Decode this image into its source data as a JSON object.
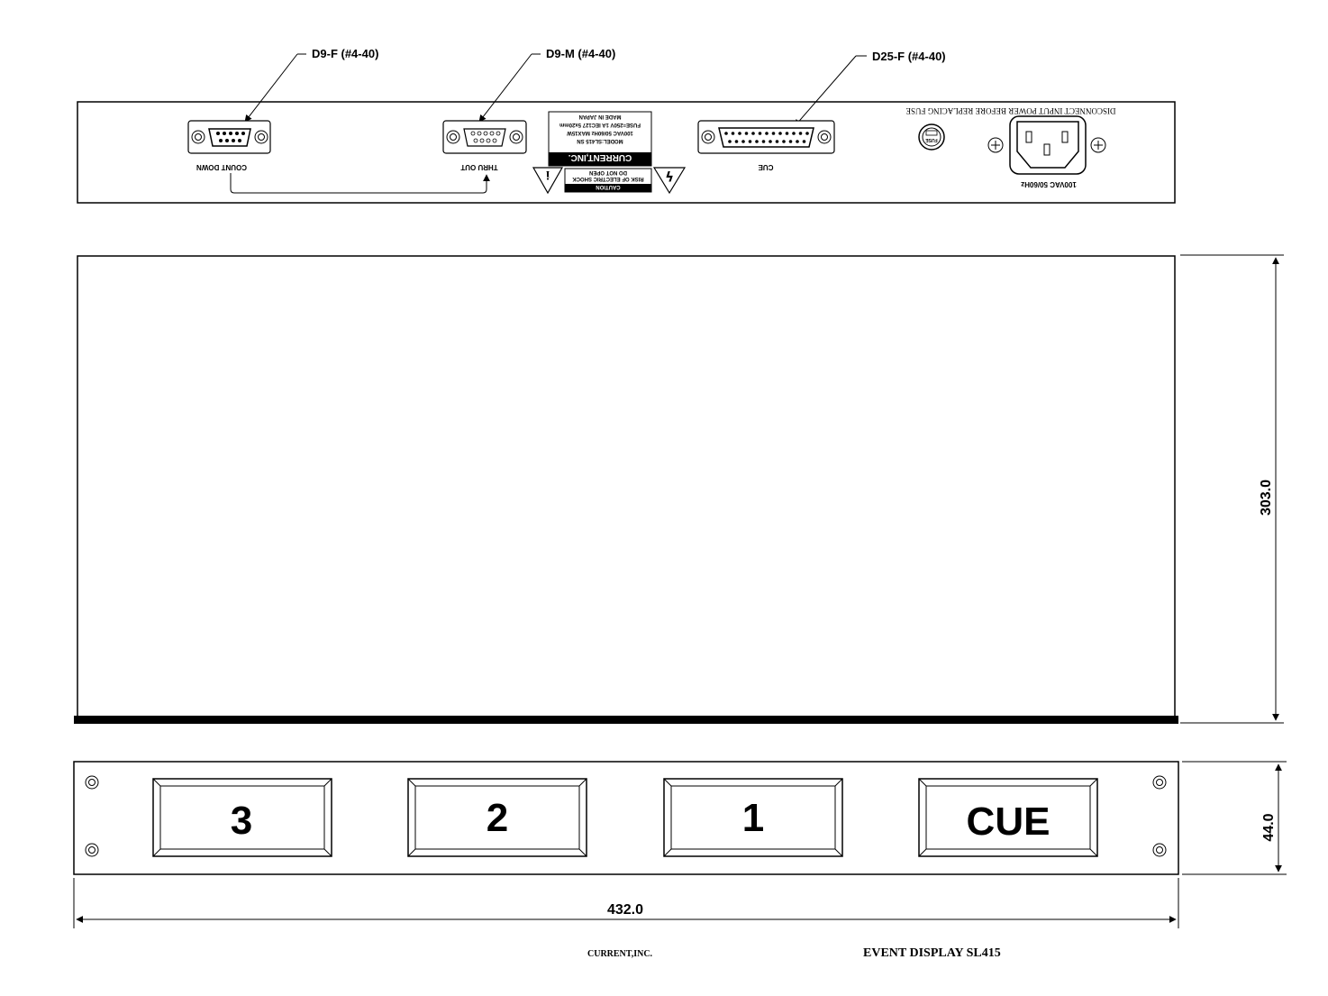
{
  "rear_panel": {
    "callouts": {
      "d9f": "D9-F (#4-40)",
      "d9m": "D9-M (#4-40)",
      "d25f": "D25-F (#4-40)"
    },
    "warning_top": "DISCONNECT INPUT POWER BEFORE REPLACING FUSE",
    "ports": {
      "count_down": "COUNT DOWN",
      "thru_out": "THRU OUT",
      "cue": "CUE",
      "power": "100VAC 50/60Hz"
    },
    "fuse_label": "FUSE",
    "label_plate": {
      "made_in": "MADE IN JAPAN",
      "fuse_spec": "FUSE=250V 1A IEC127 5x20mm",
      "power_spec": "100VAC 50/60Hz MAX15W",
      "model": "MODEL:SL415 SN",
      "brand": "CURRENT,INC."
    },
    "caution": {
      "title": "CAUTION",
      "line1": "RISK OF ELECTRIC SHOCK",
      "line2": "DO NOT OPEN"
    },
    "symbols": {
      "info": "i",
      "bolt": "ϟ"
    }
  },
  "dimensions": {
    "depth": "303.0",
    "height": "44.0",
    "width": "432.0"
  },
  "front_panel": {
    "buttons": [
      "3",
      "2",
      "1",
      "CUE"
    ]
  },
  "footer": {
    "company": "CURRENT,INC.",
    "product": "EVENT DISPLAY SL415"
  }
}
